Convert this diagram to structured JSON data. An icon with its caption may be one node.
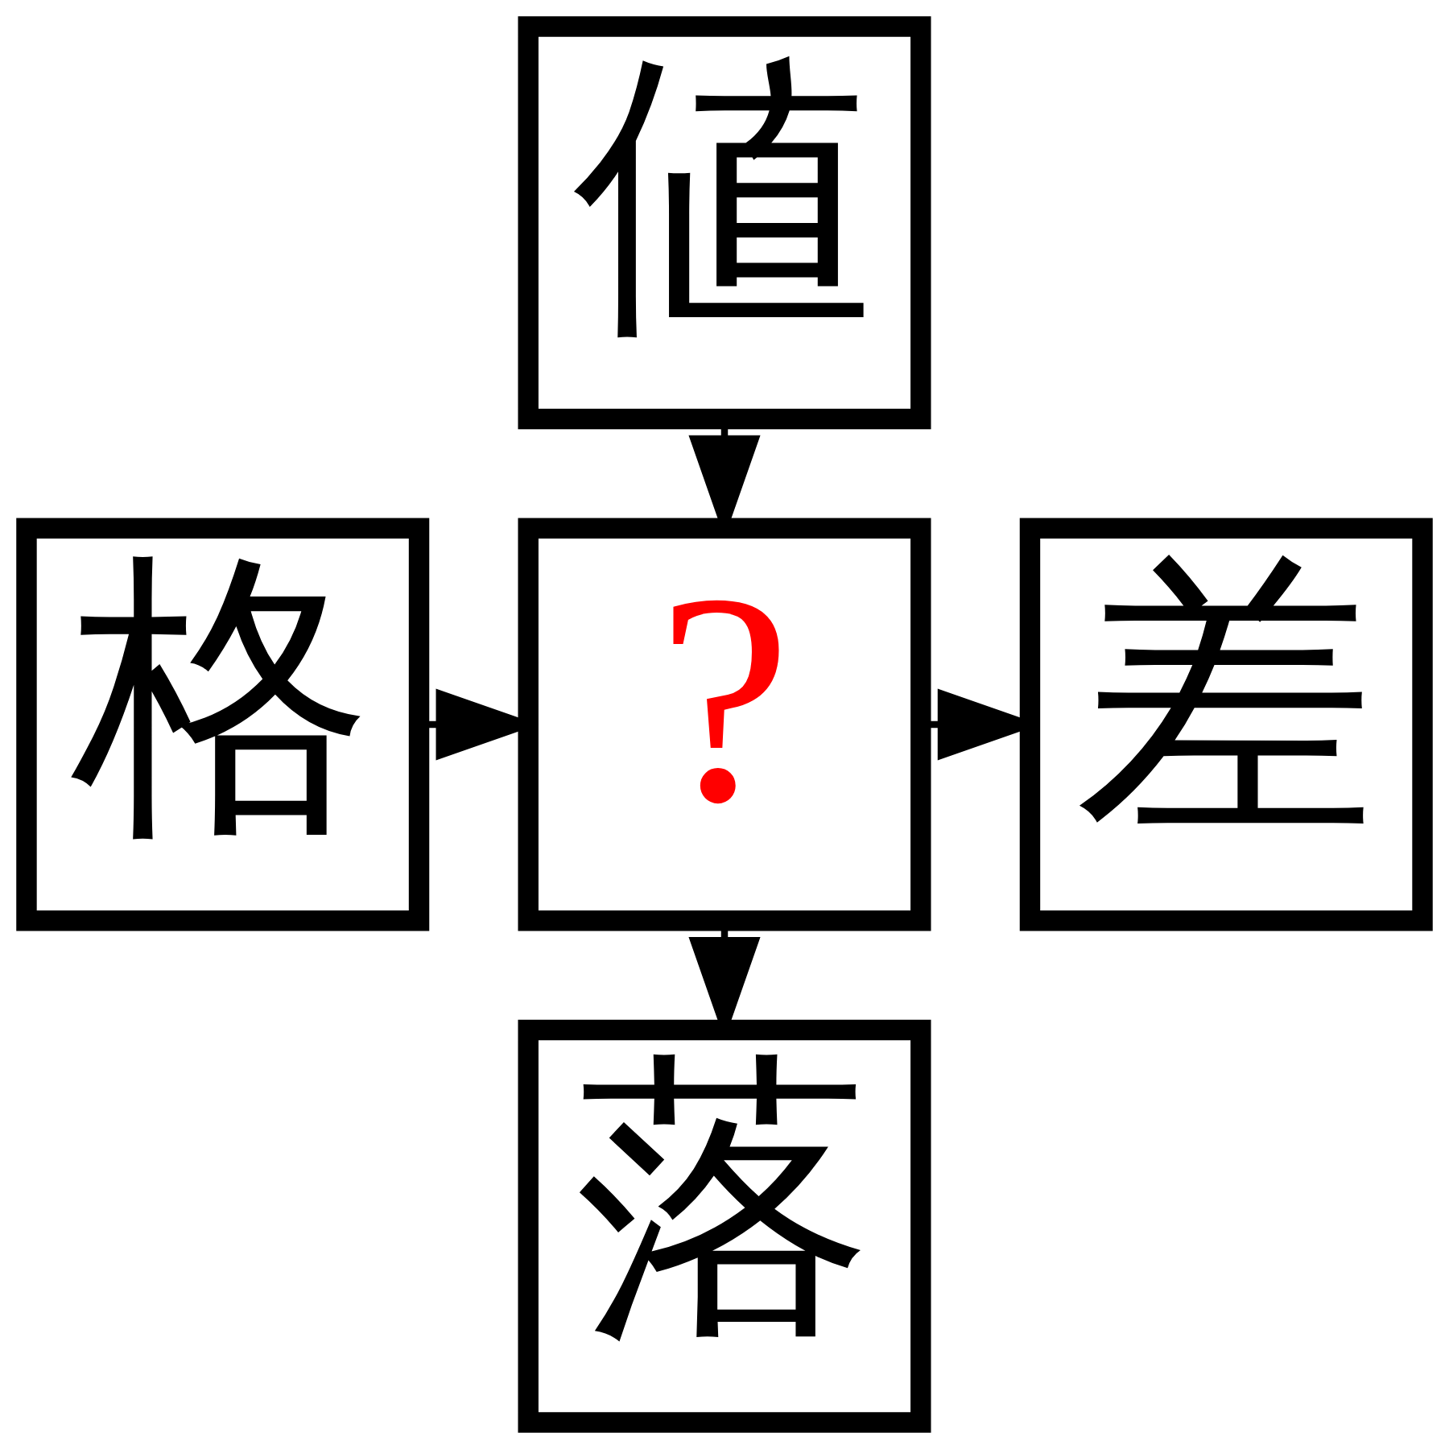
{
  "diagram": {
    "nodes": [
      {
        "text": [
          "値"
        ]
      },
      {
        "text": [
          "格"
        ]
      },
      {
        "text": [
          "?"
        ]
      },
      {
        "text": [
          "差"
        ]
      },
      {
        "text": [
          "落"
        ]
      }
    ],
    "edges": [
      {
        "from": 0,
        "to": 2,
        "arrow": "to"
      },
      {
        "from": 1,
        "to": 2,
        "arrow": "to"
      },
      {
        "from": 2,
        "to": 3,
        "arrow": "to"
      },
      {
        "from": 2,
        "to": 4,
        "arrow": "to"
      }
    ]
  }
}
